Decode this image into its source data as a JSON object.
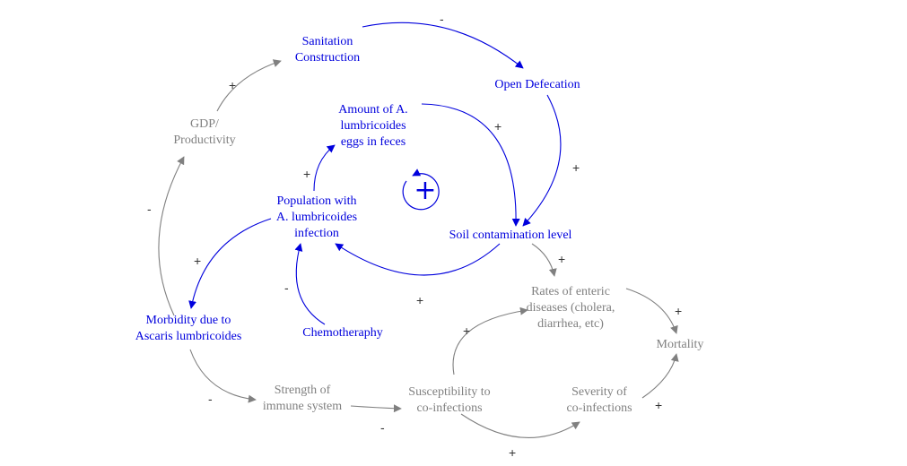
{
  "colors": {
    "loop": "#0000dd",
    "secondary": "#808080",
    "sign": "#333333"
  },
  "nodes": {
    "sanitation": {
      "lines": [
        "Sanitation",
        "Construction"
      ],
      "tone": "loop"
    },
    "open_defecation": {
      "lines": [
        "Open Defecation"
      ],
      "tone": "loop"
    },
    "eggs": {
      "lines": [
        "Amount of A.",
        "lumbricoides",
        "eggs in feces"
      ],
      "tone": "loop"
    },
    "gdp": {
      "lines": [
        "GDP/",
        "Productivity"
      ],
      "tone": "secondary"
    },
    "population": {
      "lines": [
        "Population with",
        "A. lumbricoides",
        "infection"
      ],
      "tone": "loop"
    },
    "soil": {
      "lines": [
        "Soil contamination level"
      ],
      "tone": "loop"
    },
    "enteric": {
      "lines": [
        "Rates of enteric",
        "diseases (cholera,",
        "diarrhea, etc)"
      ],
      "tone": "secondary"
    },
    "morbidity": {
      "lines": [
        "Morbidity due to",
        "Ascaris lumbricoides"
      ],
      "tone": "loop"
    },
    "chemo": {
      "lines": [
        "Chemotheraphy"
      ],
      "tone": "loop"
    },
    "mortality": {
      "lines": [
        "Mortality"
      ],
      "tone": "secondary"
    },
    "immune": {
      "lines": [
        "Strength of",
        "immune system"
      ],
      "tone": "secondary"
    },
    "susceptibility": {
      "lines": [
        "Susceptibility to",
        "co-infections"
      ],
      "tone": "secondary"
    },
    "severity": {
      "lines": [
        "Severity of",
        "co-infections"
      ],
      "tone": "secondary"
    }
  },
  "links": [
    {
      "from": "sanitation",
      "to": "open_defecation",
      "sign": "-",
      "tone": "loop"
    },
    {
      "from": "gdp",
      "to": "sanitation",
      "sign": "+",
      "tone": "secondary"
    },
    {
      "from": "eggs",
      "to": "soil",
      "sign": "+",
      "tone": "loop"
    },
    {
      "from": "open_defecation",
      "to": "soil",
      "sign": "+",
      "tone": "loop"
    },
    {
      "from": "population",
      "to": "eggs",
      "sign": "+",
      "tone": "loop"
    },
    {
      "from": "soil",
      "to": "population",
      "sign": "+",
      "tone": "loop"
    },
    {
      "from": "population",
      "to": "morbidity",
      "sign": "+",
      "tone": "loop"
    },
    {
      "from": "chemo",
      "to": "population",
      "sign": "-",
      "tone": "loop"
    },
    {
      "from": "morbidity",
      "to": "gdp",
      "sign": "-",
      "tone": "secondary"
    },
    {
      "from": "soil",
      "to": "enteric",
      "sign": "+",
      "tone": "secondary"
    },
    {
      "from": "enteric",
      "to": "mortality",
      "sign": "+",
      "tone": "secondary"
    },
    {
      "from": "morbidity",
      "to": "immune",
      "sign": "-",
      "tone": "secondary"
    },
    {
      "from": "immune",
      "to": "susceptibility",
      "sign": "-",
      "tone": "secondary"
    },
    {
      "from": "susceptibility",
      "to": "enteric",
      "sign": "+",
      "tone": "secondary"
    },
    {
      "from": "susceptibility",
      "to": "severity",
      "sign": "+",
      "tone": "secondary"
    },
    {
      "from": "severity",
      "to": "mortality",
      "sign": "+",
      "tone": "secondary"
    }
  ],
  "loop_marker": {
    "polarity": "+",
    "tone": "loop"
  }
}
